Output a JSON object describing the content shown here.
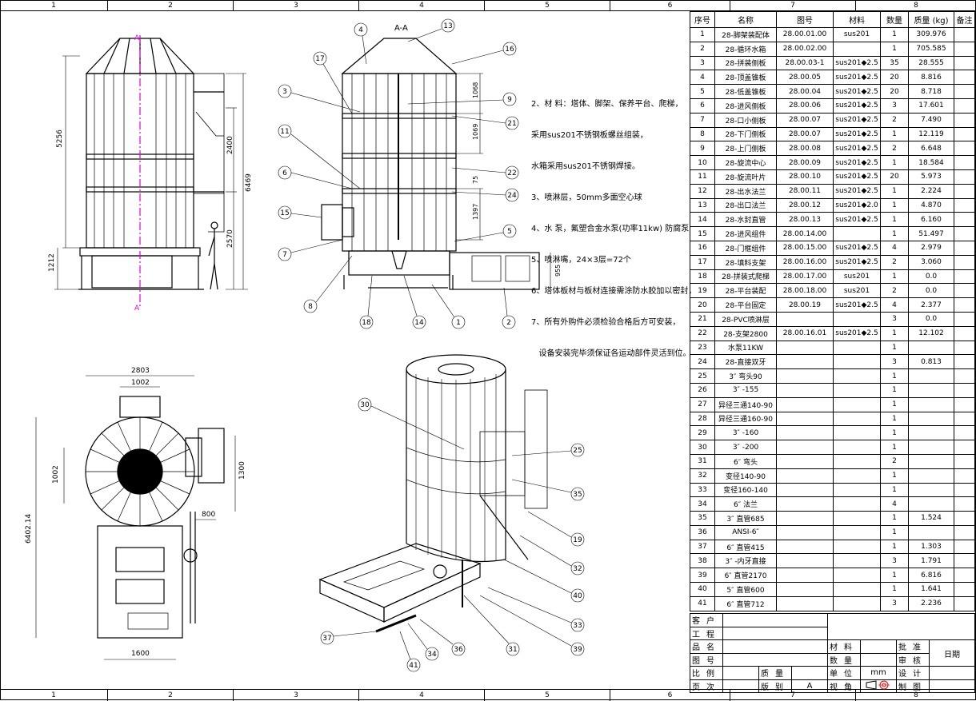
{
  "zones": [
    "1",
    "2",
    "3",
    "4",
    "5",
    "6",
    "7",
    "8"
  ],
  "section_label": "A-A",
  "section_marks": [
    "A",
    "A"
  ],
  "dimensions": {
    "front_total_h": "5256",
    "front_right_total": "6469",
    "front_upper": "2400",
    "front_lower": "2570",
    "front_base": "1212",
    "section_spacing_1": "1068",
    "section_spacing_2": "1069",
    "section_spacing_3": "1397",
    "section_small": "75",
    "tank_h": "955",
    "top_w": "2803",
    "top_fan_w": "1002",
    "top_fan_h": "1002",
    "top_right_h": "1300",
    "top_offset": "800",
    "top_total_h": "6402.14",
    "top_bottom_w": "1600"
  },
  "notes": [
    "2、材 料：塔体、脚架、保养平台、爬梯，",
    "采用sus201不锈钢板螺丝组装，",
    "水箱采用sus201不锈钢焊接。",
    "3、喷淋层，50mm多面空心球",
    "4、水 泵，氟塑合金水泵(功率11kw) 防腐泵",
    "5、喷淋嘴，24×3层=72个",
    "6、塔体板材与板材连接需涂防水胶加以密封，",
    "7、所有外购件必须检验合格后方可安装，",
    "   设备安装完毕须保证各运动部件灵活到位。"
  ],
  "bom_headers": [
    "序号",
    "名称",
    "图号",
    "材料",
    "数量",
    "质量 (kg)",
    "备注"
  ],
  "bom": [
    [
      "1",
      "28-脚架装配体",
      "28.00.01.00",
      "sus201",
      "1",
      "309.976",
      ""
    ],
    [
      "2",
      "28-循环水箱",
      "28.00.02.00",
      "",
      "1",
      "705.585",
      ""
    ],
    [
      "3",
      "28-拼装侧板",
      "28.00.03-1",
      "sus201◆2.5",
      "35",
      "28.555",
      ""
    ],
    [
      "4",
      "28-顶盖锥板",
      "28.00.05",
      "sus201◆2.5",
      "20",
      "8.816",
      ""
    ],
    [
      "5",
      "28-低盖锥板",
      "28.00.04",
      "sus201◆2.5",
      "20",
      "8.718",
      ""
    ],
    [
      "6",
      "28-进风侧板",
      "28.00.06",
      "sus201◆2.5",
      "3",
      "17.601",
      ""
    ],
    [
      "7",
      "28-口小侧板",
      "28.00.07",
      "sus201◆2.5",
      "2",
      "7.490",
      ""
    ],
    [
      "8",
      "28-下门侧板",
      "28.00.07",
      "sus201◆2.5",
      "1",
      "12.119",
      ""
    ],
    [
      "9",
      "28-上门侧板",
      "28.00.08",
      "sus201◆2.5",
      "2",
      "6.648",
      ""
    ],
    [
      "10",
      "28-旋流中心",
      "28.00.09",
      "sus201◆2.5",
      "1",
      "18.584",
      ""
    ],
    [
      "11",
      "28-旋流叶片",
      "28.00.10",
      "sus201◆2.5",
      "20",
      "5.973",
      ""
    ],
    [
      "12",
      "28-出水法兰",
      "28.00.11",
      "sus201◆2.5",
      "1",
      "2.224",
      ""
    ],
    [
      "13",
      "28-出口法兰",
      "28.00.12",
      "sus201◆2.0",
      "1",
      "4.870",
      ""
    ],
    [
      "14",
      "28-水封直管",
      "28.00.13",
      "sus201◆2.5",
      "1",
      "6.160",
      ""
    ],
    [
      "15",
      "28-进风组件",
      "28.00.14.00",
      "",
      "1",
      "51.497",
      ""
    ],
    [
      "16",
      "28-门框组件",
      "28.00.15.00",
      "sus201◆2.5",
      "4",
      "2.979",
      ""
    ],
    [
      "17",
      "28-填料支架",
      "28.00.16.00",
      "sus201◆2.5",
      "2",
      "3.060",
      ""
    ],
    [
      "18",
      "28-拼装式爬梯",
      "28.00.17.00",
      "sus201",
      "1",
      "0.0",
      ""
    ],
    [
      "19",
      "28-平台装配",
      "28.00.18.00",
      "sus201",
      "2",
      "0.0",
      ""
    ],
    [
      "20",
      "28-平台固定",
      "28.00.19",
      "sus201◆2.5",
      "4",
      "2.377",
      ""
    ],
    [
      "21",
      "28-PVC喷淋层",
      "",
      "",
      "3",
      "0.0",
      ""
    ],
    [
      "22",
      "28-支架2800",
      "28.00.16.01",
      "sus201◆2.5",
      "1",
      "12.102",
      ""
    ],
    [
      "23",
      "水泵11KW",
      "",
      "",
      "1",
      "",
      ""
    ],
    [
      "24",
      "28-直接双牙",
      "",
      "",
      "3",
      "0.813",
      ""
    ],
    [
      "25",
      "3″ 弯头90",
      "",
      "",
      "1",
      "",
      ""
    ],
    [
      "26",
      "3″ -155",
      "",
      "",
      "1",
      "",
      ""
    ],
    [
      "27",
      "异径三通140-90",
      "",
      "",
      "1",
      "",
      ""
    ],
    [
      "28",
      "异径三通160-90",
      "",
      "",
      "1",
      "",
      ""
    ],
    [
      "29",
      "3″ -160",
      "",
      "",
      "1",
      "",
      ""
    ],
    [
      "30",
      "3″ -200",
      "",
      "",
      "1",
      "",
      ""
    ],
    [
      "31",
      "6″ 弯头",
      "",
      "",
      "2",
      "",
      ""
    ],
    [
      "32",
      "变径140-90",
      "",
      "",
      "1",
      "",
      ""
    ],
    [
      "33",
      "变径160-140",
      "",
      "",
      "1",
      "",
      ""
    ],
    [
      "34",
      "6″ 法兰",
      "",
      "",
      "4",
      "",
      ""
    ],
    [
      "35",
      "3″ 直管685",
      "",
      "",
      "1",
      "1.524",
      ""
    ],
    [
      "36",
      "ANSI-6″",
      "",
      "",
      "1",
      "",
      ""
    ],
    [
      "37",
      "6″ 直管415",
      "",
      "",
      "1",
      "1.303",
      ""
    ],
    [
      "38",
      "3″ -内牙直接",
      "",
      "",
      "3",
      "1.791",
      ""
    ],
    [
      "39",
      "6″ 直管2170",
      "",
      "",
      "1",
      "6.816",
      ""
    ],
    [
      "40",
      "5″ 直管600",
      "",
      "",
      "1",
      "1.641",
      ""
    ],
    [
      "41",
      "6″ 直管712",
      "",
      "",
      "3",
      "2.236",
      ""
    ]
  ],
  "title_block": {
    "customer": "客户",
    "project": "工程",
    "part_name": "品名",
    "drawing_no": "图号",
    "scale": "比例",
    "page": "页次",
    "material": "材料",
    "quantity": "数量",
    "unit": "单位",
    "unit_value": "mm",
    "view_angle": "视角",
    "mass": "质量",
    "version": "版别",
    "version_value": "A",
    "approve": "批准",
    "review": "审核",
    "design": "设计",
    "draw": "制图",
    "date": "日期"
  },
  "balloons": {
    "section": [
      "13",
      "16",
      "9",
      "21",
      "22",
      "24",
      "5",
      "1",
      "2",
      "14",
      "18",
      "8",
      "7",
      "15",
      "6",
      "11",
      "3",
      "17",
      "4"
    ],
    "iso": [
      "30",
      "25",
      "35",
      "19",
      "32",
      "40",
      "33",
      "39",
      "31",
      "36",
      "34",
      "41",
      "37"
    ]
  }
}
